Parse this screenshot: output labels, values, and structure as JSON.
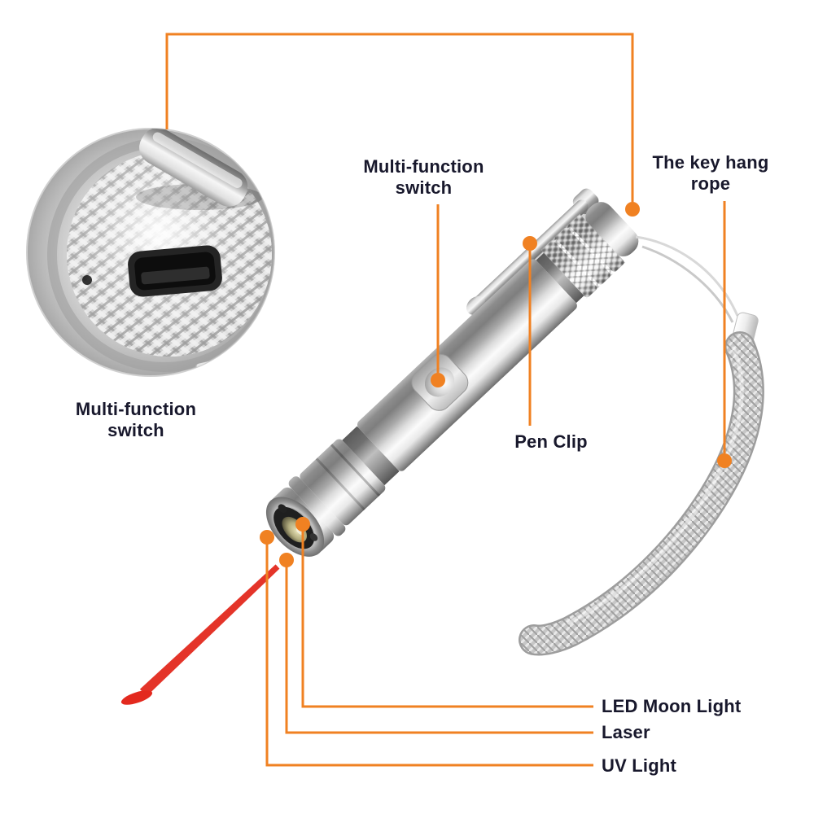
{
  "colors": {
    "accent_orange": "#F08122",
    "label_text": "#18182C",
    "laser_red": "#E3291E",
    "background": "#FFFFFF"
  },
  "callouts": [
    {
      "id": "multi-function-switch-top",
      "label": "Multi-function switch"
    },
    {
      "id": "key-hang-rope",
      "label": "The key hang rope"
    },
    {
      "id": "multi-function-switch-inset",
      "label": "Multi-function switch"
    },
    {
      "id": "pen-clip",
      "label": "Pen Clip"
    },
    {
      "id": "led-moon-light",
      "label": "LED Moon Light"
    },
    {
      "id": "laser",
      "label": "Laser"
    },
    {
      "id": "uv-light",
      "label": "UV Light"
    }
  ]
}
